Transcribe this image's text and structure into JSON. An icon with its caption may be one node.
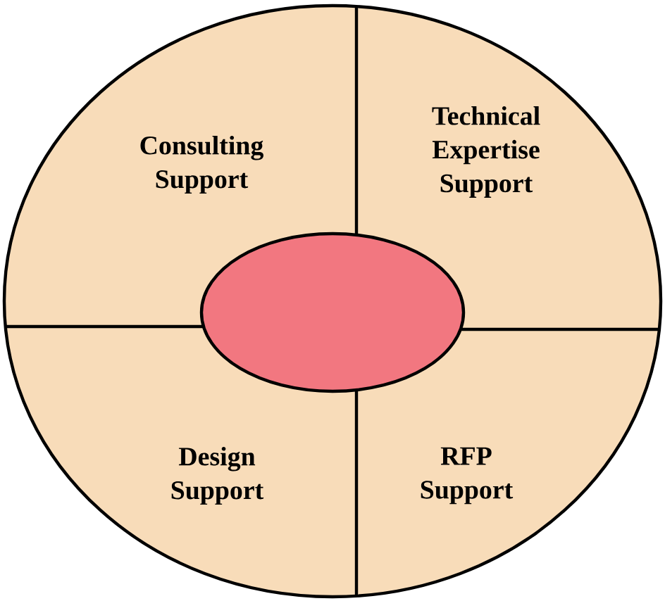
{
  "diagram": {
    "nodes": [
      {
        "text": [],
        "shape": "circle"
      },
      {
        "text": [
          "Consulting Support"
        ],
        "in": 0
      },
      {
        "text": [
          "Technical Expertise Support"
        ],
        "in": 0
      },
      {
        "text": [
          "Design Support"
        ],
        "in": 0
      },
      {
        "text": [
          "RFP Support"
        ],
        "in": 0
      },
      {
        "text": [],
        "shape": "circle",
        "in": 0
      }
    ]
  }
}
